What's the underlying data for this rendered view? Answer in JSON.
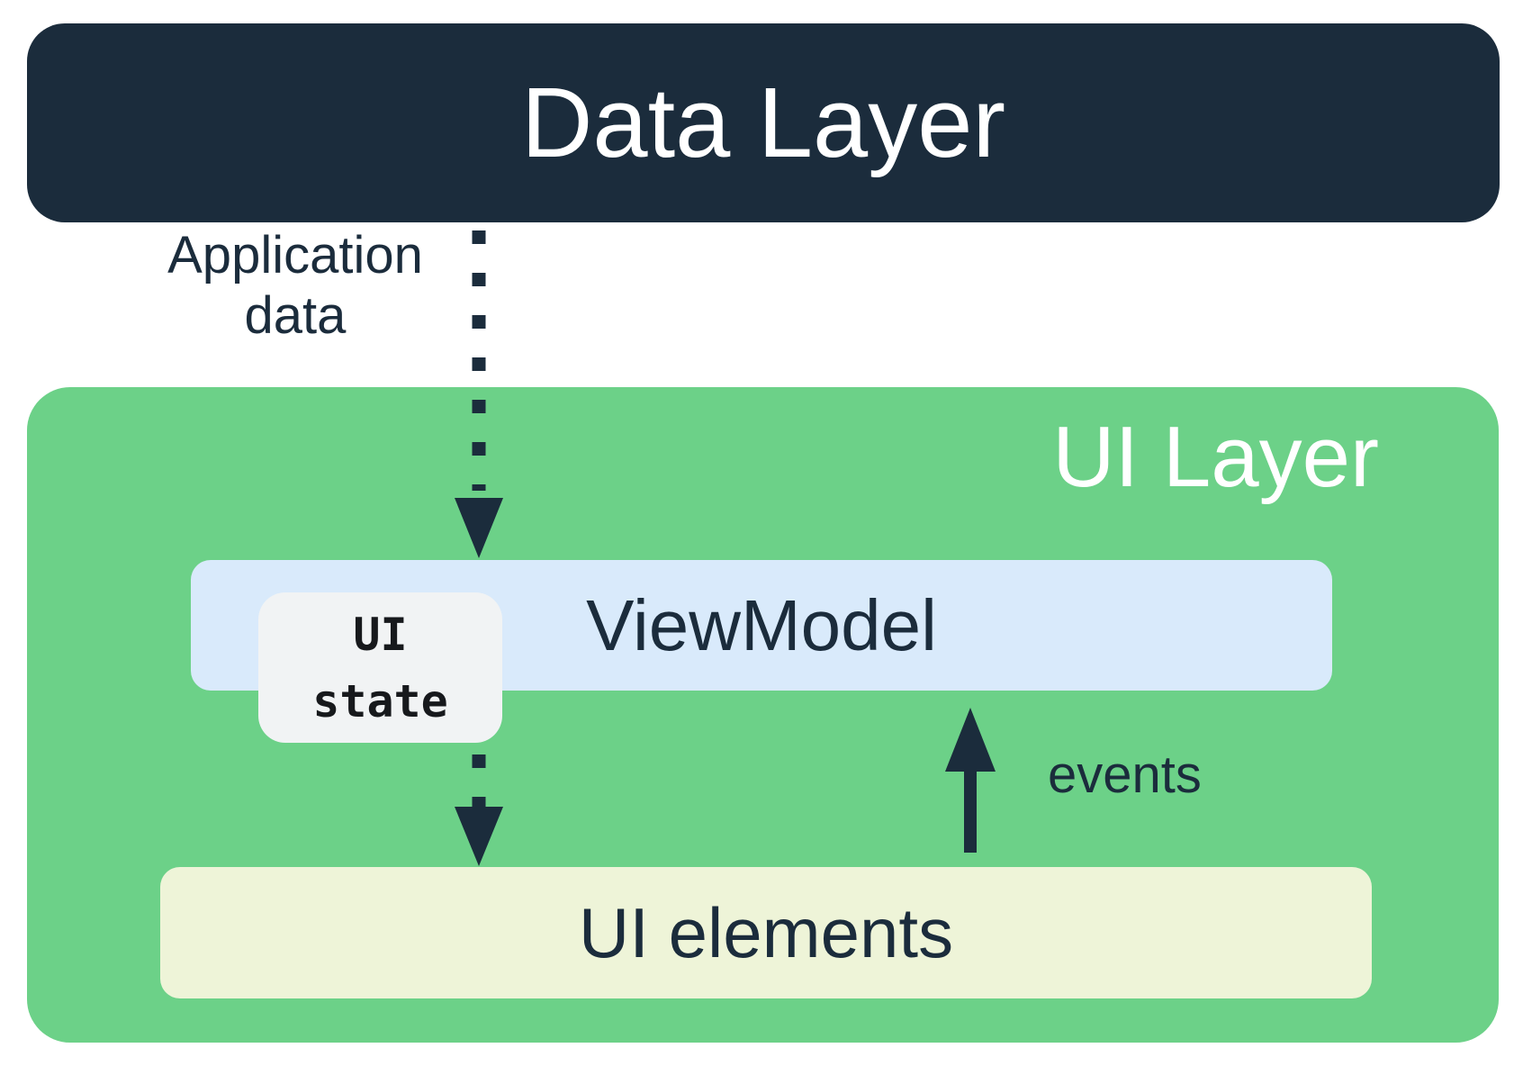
{
  "colors": {
    "navy": "#1B2C3C",
    "green": "#6CD188",
    "lightblue": "#D9EAFB",
    "paleyellow": "#EEF4D8",
    "lightgray": "#F1F3F4",
    "ink": "#17191C",
    "white": "#FFFFFF"
  },
  "diagram": {
    "data_layer": {
      "title": "Data Layer"
    },
    "application_data_label": {
      "line1": "Application",
      "line2": "data"
    },
    "ui_layer": {
      "title": "UI Layer"
    },
    "viewmodel": {
      "title": "ViewModel"
    },
    "ui_state": {
      "line1": "UI",
      "line2": "state"
    },
    "ui_elements": {
      "title": "UI elements"
    },
    "events_label": "events"
  }
}
